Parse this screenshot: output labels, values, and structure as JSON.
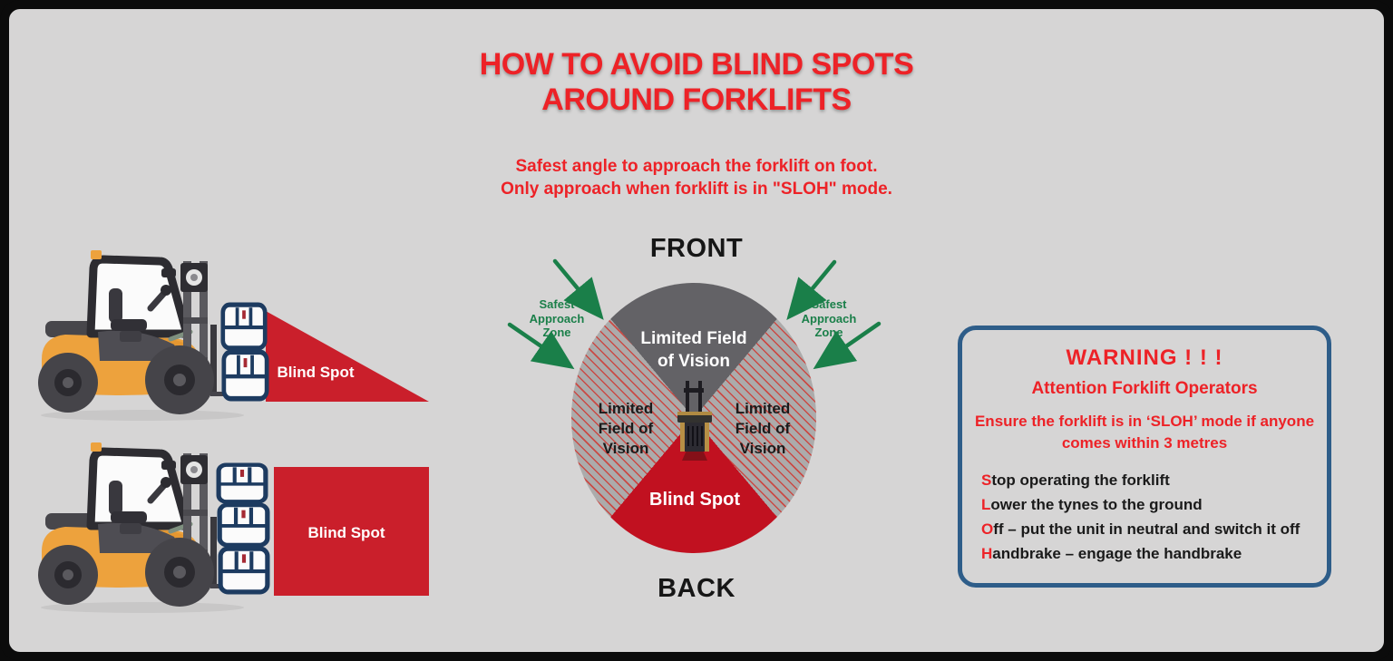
{
  "colors": {
    "page_bg": "#d6d5d5",
    "frame_black": "#0b0b0b",
    "accent_red": "#ed2227",
    "shape_red": "#ca1f2b",
    "sector_red": "#c11120",
    "sector_dark": "#636266",
    "hatch_base": "#acabab",
    "hatch_line": "#ca4a45",
    "green": "#1a7f49",
    "warning_border": "#2e5d89",
    "text_black": "#1a1a1a",
    "forklift_orange": "#eda23d",
    "crate_navy": "#1d3b60"
  },
  "title": {
    "line1": "HOW TO AVOID BLIND SPOTS",
    "line2": "AROUND FORKLIFTS"
  },
  "subtitle": {
    "line1": "Safest angle to approach the forklift on foot.",
    "line2": "Only approach when forklift is in \"SLOH\" mode."
  },
  "illustrations": {
    "side_blind_spot_label": "Blind Spot",
    "rear_blind_spot_label": "Blind Spot"
  },
  "diagram": {
    "front_label": "FRONT",
    "back_label": "BACK",
    "top_sector": {
      "line1": "Limited Field",
      "line2": "of Vision"
    },
    "left_sector": {
      "line1": "Limited",
      "line2": "Field of",
      "line3": "Vision"
    },
    "right_sector": {
      "line1": "Limited",
      "line2": "Field of",
      "line3": "Vision"
    },
    "blind_spot_label": "Blind Spot",
    "left_zone": {
      "line1": "Safest",
      "line2": "Approach",
      "line3": "Zone"
    },
    "right_zone": {
      "line1": "Safest",
      "line2": "Approach",
      "line3": "Zone"
    }
  },
  "warning": {
    "title": "WARNING ! ! !",
    "subtitle": "Attention Forklift Operators",
    "instruction": {
      "line1": "Ensure the forklift is in ‘SLOH’ mode if anyone",
      "line2": "comes within 3 metres"
    },
    "items": [
      {
        "initial": "S",
        "rest": "top operating the forklift"
      },
      {
        "initial": "L",
        "rest": "ower the tynes to the ground"
      },
      {
        "initial": "O",
        "rest": "ff – put the unit in neutral and switch it off"
      },
      {
        "initial": "H",
        "rest": "andbrake – engage the handbrake"
      }
    ]
  }
}
